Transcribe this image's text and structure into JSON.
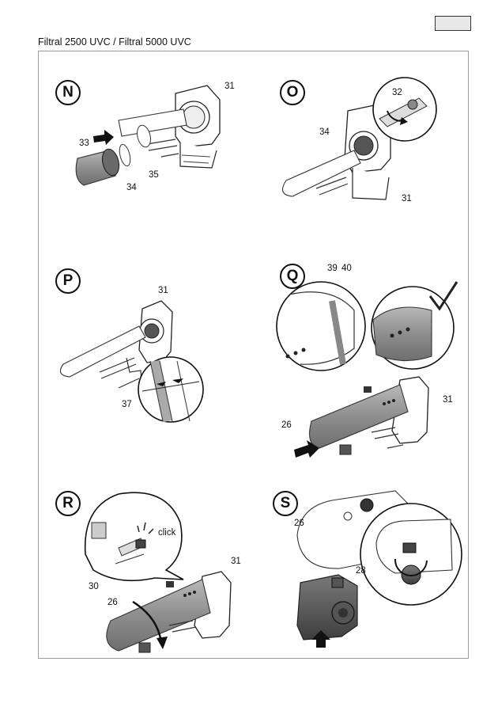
{
  "header": {
    "title": "Filtral 2500 UVC / Filtral 5000 UVC"
  },
  "steps": [
    {
      "letter": "N",
      "callouts": [
        "31",
        "33",
        "35",
        "34"
      ]
    },
    {
      "letter": "O",
      "callouts": [
        "32",
        "34",
        "31"
      ]
    },
    {
      "letter": "P",
      "callouts": [
        "31",
        "37"
      ]
    },
    {
      "letter": "Q",
      "callouts": [
        "39",
        "40",
        "31",
        "26"
      ]
    },
    {
      "letter": "R",
      "callouts": [
        "click",
        "31",
        "30",
        "26"
      ]
    },
    {
      "letter": "S",
      "callouts": [
        "26",
        "28"
      ]
    }
  ]
}
